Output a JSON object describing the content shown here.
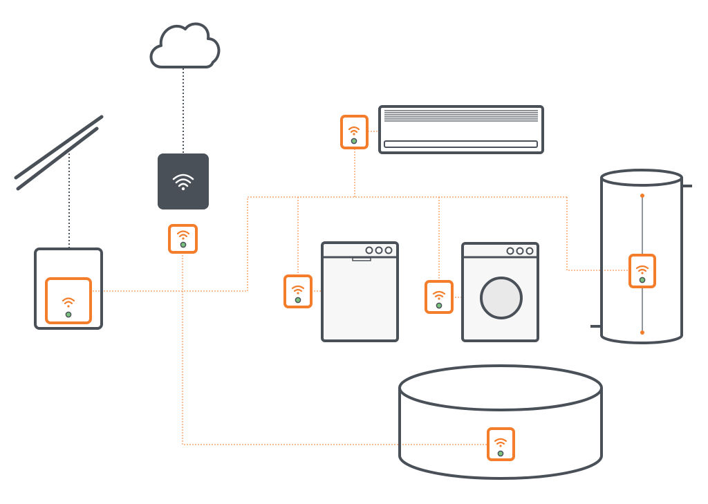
{
  "colors": {
    "accent": "#f47d2b",
    "ink": "#4a5058",
    "status_ok": "#7bc47f",
    "appliance_fill": "#f7f7f7",
    "router_fill": "#4a5058"
  },
  "icons": {
    "cloud": "cloud-icon",
    "router": "wifi-router-icon",
    "device": "wifi-plug-icon",
    "solar": "solar-panel-icon"
  },
  "nodes": [
    "cloud",
    "wifi-router",
    "solar-panel",
    "solar-inverter",
    "air-conditioner",
    "dishwasher",
    "washing-machine",
    "water-heater",
    "pool"
  ]
}
